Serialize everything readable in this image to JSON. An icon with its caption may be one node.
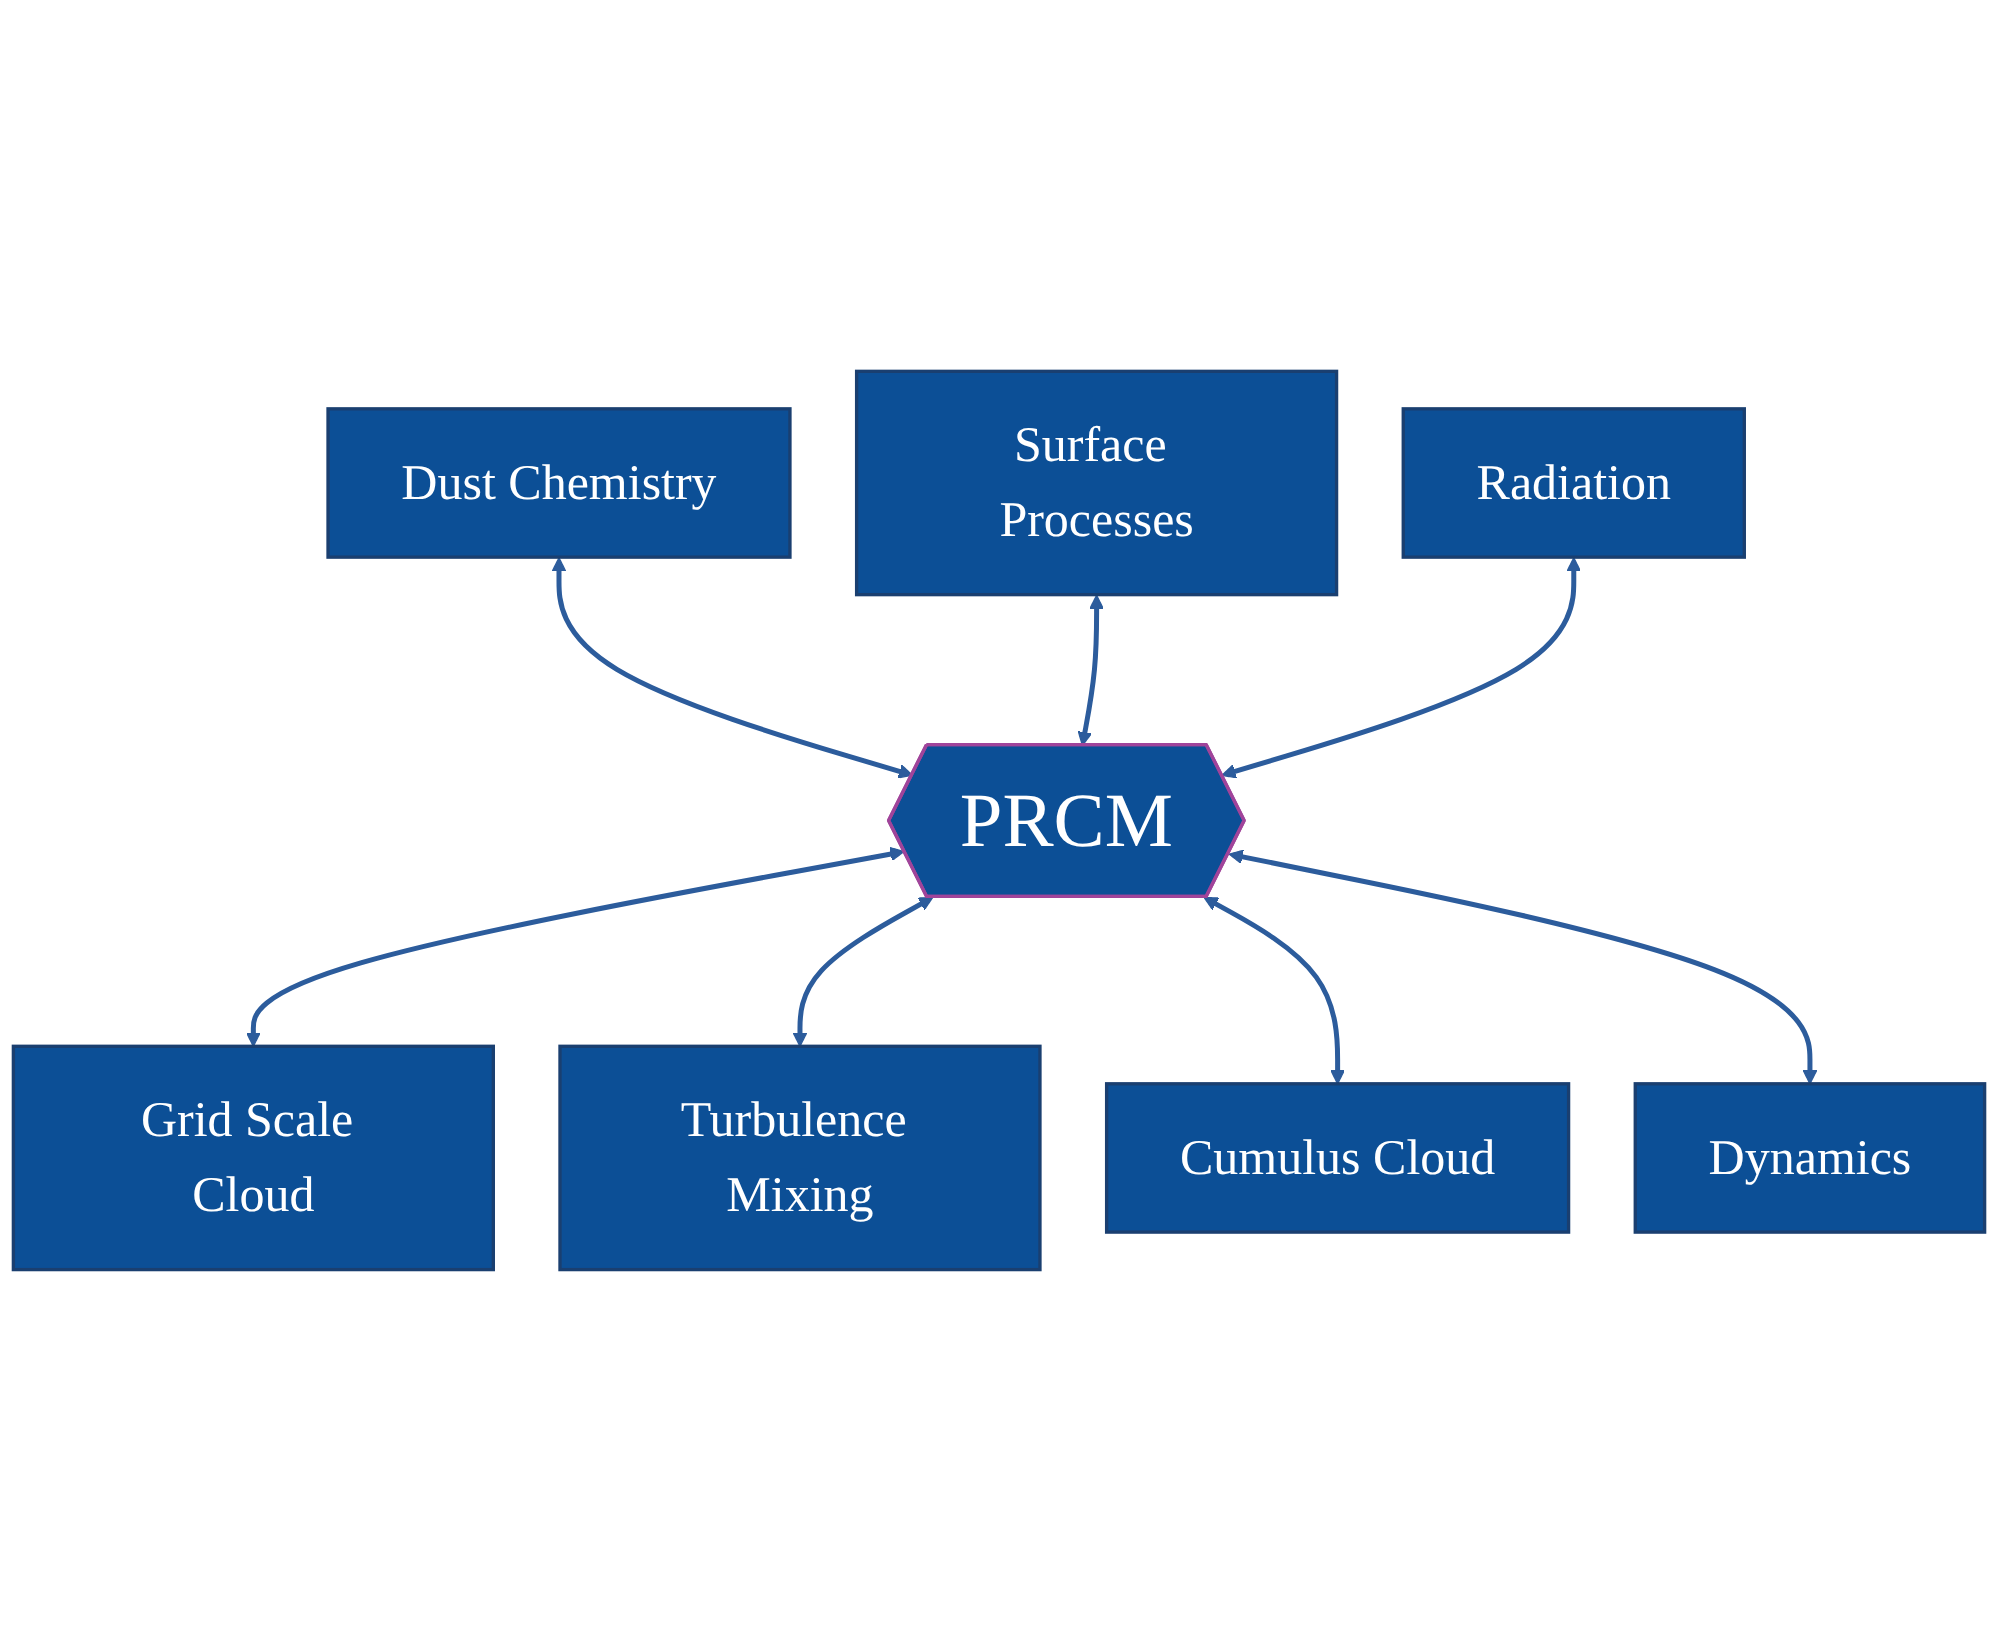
{
  "diagram": {
    "nodes": [
      {
        "text": [
          "Dust Chemistry"
        ]
      },
      {
        "text": [
          "Surface Processes"
        ]
      },
      {
        "text": [
          "Radiation"
        ]
      },
      {
        "text": [
          "PRCM"
        ]
      },
      {
        "text": [
          "Grid Scale Cloud"
        ]
      },
      {
        "text": [
          "Turbulence Mixing"
        ]
      },
      {
        "text": [
          "Cumulus Cloud"
        ]
      },
      {
        "text": [
          "Dynamics"
        ]
      }
    ],
    "edges": [
      {
        "from": 3,
        "to": 0,
        "arrow": "both"
      },
      {
        "from": 3,
        "to": 1,
        "arrow": "both"
      },
      {
        "from": 3,
        "to": 2,
        "arrow": "both"
      },
      {
        "from": 3,
        "to": 4,
        "arrow": "both"
      },
      {
        "from": 3,
        "to": 5,
        "arrow": "both"
      },
      {
        "from": 3,
        "to": 6,
        "arrow": "both"
      },
      {
        "from": 3,
        "to": 7,
        "arrow": "both"
      }
    ]
  }
}
